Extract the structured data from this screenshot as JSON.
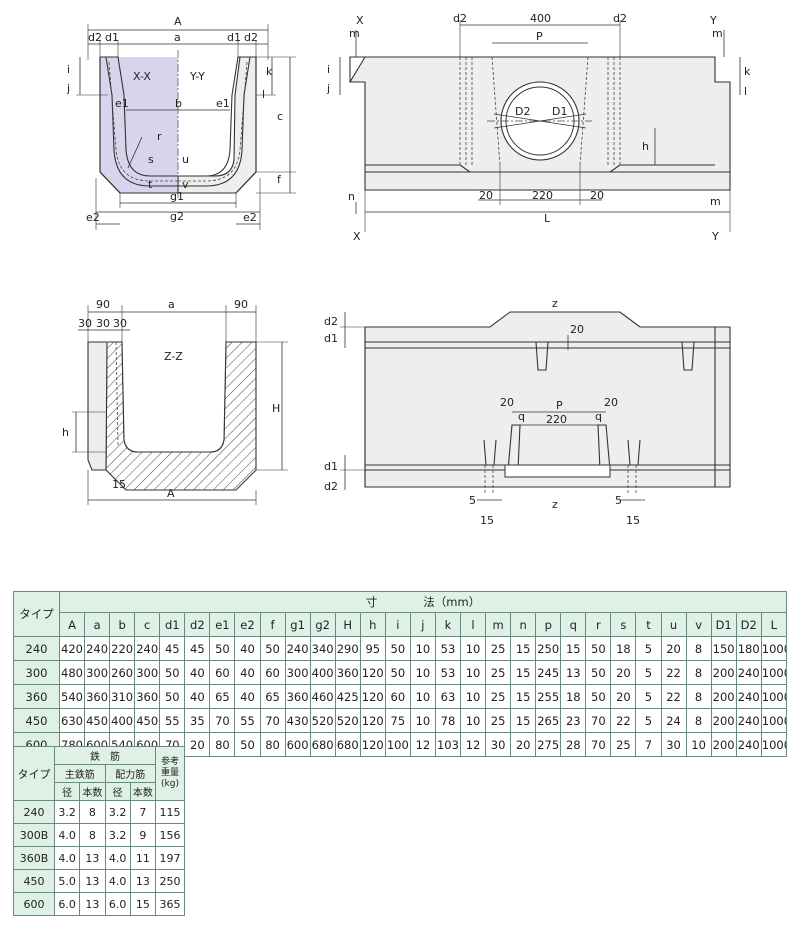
{
  "drawings": {
    "section_xy": {
      "labels": [
        "A",
        "d2",
        "d1",
        "a",
        "d1",
        "d2",
        "X-X",
        "Y-Y",
        "i",
        "j",
        "k",
        "l",
        "c",
        "e1",
        "b",
        "e1",
        "r",
        "s",
        "u",
        "t",
        "v",
        "f",
        "g1",
        "g2",
        "e2",
        "e2"
      ]
    },
    "side_view": {
      "labels": [
        "X",
        "m",
        "d2",
        "400",
        "d2",
        "Y",
        "m",
        "P",
        "i",
        "j",
        "k",
        "l",
        "D2",
        "D1",
        "h",
        "n",
        "20",
        "220",
        "20",
        "m",
        "L",
        "X",
        "Y"
      ]
    },
    "section_z": {
      "labels": [
        "90",
        "a",
        "90",
        "30",
        "30",
        "30",
        "Z-Z",
        "h",
        "H",
        "15",
        "A"
      ]
    },
    "plan_view": {
      "labels": [
        "z",
        "d2",
        "d1",
        "20",
        "20",
        "P",
        "20",
        "q",
        "q",
        "220",
        "d1",
        "d2",
        "5",
        "5",
        "15",
        "15",
        "z"
      ]
    }
  },
  "dimensions_table": {
    "title": "寸　　　　法（mm）",
    "type_header": "タイプ",
    "columns": [
      "A",
      "a",
      "b",
      "c",
      "d1",
      "d2",
      "e1",
      "e2",
      "f",
      "g1",
      "g2",
      "H",
      "h",
      "i",
      "j",
      "k",
      "l",
      "m",
      "n",
      "p",
      "q",
      "r",
      "s",
      "t",
      "u",
      "v",
      "D1",
      "D2",
      "L"
    ],
    "rows": [
      [
        "240",
        "420",
        "240",
        "220",
        "240",
        "45",
        "45",
        "50",
        "40",
        "50",
        "240",
        "340",
        "290",
        "95",
        "50",
        "10",
        "53",
        "10",
        "25",
        "15",
        "250",
        "15",
        "50",
        "18",
        "5",
        "20",
        "8",
        "150",
        "180",
        "1000"
      ],
      [
        "300",
        "480",
        "300",
        "260",
        "300",
        "50",
        "40",
        "60",
        "40",
        "60",
        "300",
        "400",
        "360",
        "120",
        "50",
        "10",
        "53",
        "10",
        "25",
        "15",
        "245",
        "13",
        "50",
        "20",
        "5",
        "22",
        "8",
        "200",
        "240",
        "1000"
      ],
      [
        "360",
        "540",
        "360",
        "310",
        "360",
        "50",
        "40",
        "65",
        "40",
        "65",
        "360",
        "460",
        "425",
        "120",
        "60",
        "10",
        "63",
        "10",
        "25",
        "15",
        "255",
        "18",
        "50",
        "20",
        "5",
        "22",
        "8",
        "200",
        "240",
        "1000"
      ],
      [
        "450",
        "630",
        "450",
        "400",
        "450",
        "55",
        "35",
        "70",
        "55",
        "70",
        "430",
        "520",
        "520",
        "120",
        "75",
        "10",
        "78",
        "10",
        "25",
        "15",
        "265",
        "23",
        "70",
        "22",
        "5",
        "24",
        "8",
        "200",
        "240",
        "1000"
      ],
      [
        "600",
        "780",
        "600",
        "540",
        "600",
        "70",
        "20",
        "80",
        "50",
        "80",
        "600",
        "680",
        "680",
        "120",
        "100",
        "12",
        "103",
        "12",
        "30",
        "20",
        "275",
        "28",
        "70",
        "25",
        "7",
        "30",
        "10",
        "200",
        "240",
        "1000"
      ]
    ]
  },
  "rebar_table": {
    "type_header": "タイプ",
    "rebar_header": "鉄　筋",
    "main_header": "主鉄筋",
    "dist_header": "配力筋",
    "dia_label": "径",
    "count_label": "本数",
    "weight_header_1": "参考",
    "weight_header_2": "重量",
    "weight_header_3": "(kg)",
    "rows": [
      [
        "240",
        "3.2",
        "8",
        "3.2",
        "7",
        "115"
      ],
      [
        "300B",
        "4.0",
        "8",
        "3.2",
        "9",
        "156"
      ],
      [
        "360B",
        "4.0",
        "13",
        "4.0",
        "11",
        "197"
      ],
      [
        "450",
        "5.0",
        "13",
        "4.0",
        "13",
        "250"
      ],
      [
        "600",
        "6.0",
        "13",
        "6.0",
        "15",
        "365"
      ]
    ]
  },
  "colors": {
    "section_fill": "#d8d4ec",
    "body_fill": "#eeeeee",
    "header_fill": "#dff0e6",
    "line": "#333333"
  }
}
